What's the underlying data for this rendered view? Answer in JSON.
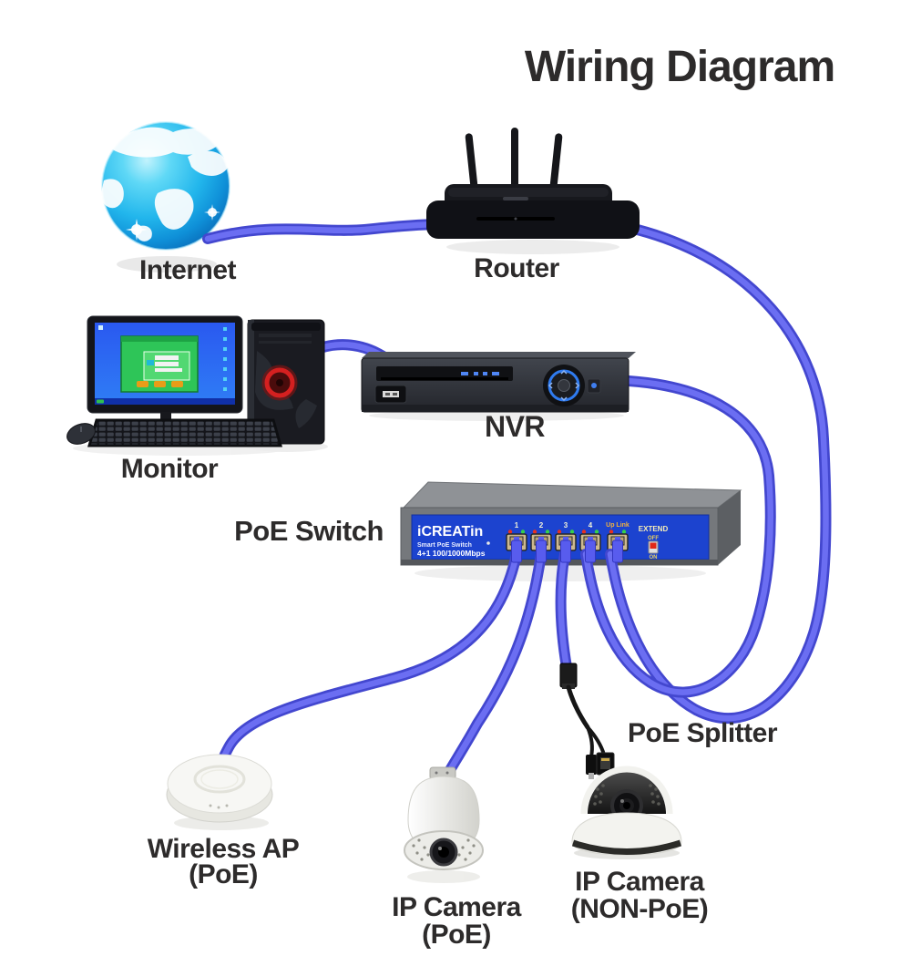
{
  "title": "Wiring Diagram",
  "colors": {
    "cable": "#5a5cf0",
    "switch_panel": "#1c43cf",
    "accent_red": "#e02818",
    "label_text": "#2d2b2b"
  },
  "nodes": {
    "internet": {
      "label": "Internet"
    },
    "router": {
      "label": "Router"
    },
    "monitor": {
      "label": "Monitor"
    },
    "nvr": {
      "label": "NVR"
    },
    "poe_switch": {
      "label": "PoE Switch",
      "brand": "iCREATin",
      "line1": "Smart PoE Switch",
      "line2": "4+1 100/1000Mbps",
      "ports": [
        "1",
        "2",
        "3",
        "4"
      ],
      "uplink_label": "Up Link",
      "extend_label": "EXTEND",
      "extend_off": "OFF",
      "extend_on": "ON"
    },
    "wireless_ap": {
      "label": "Wireless AP",
      "sub": "(PoE)"
    },
    "ip_camera_poe": {
      "label": "IP Camera",
      "sub": "(PoE)"
    },
    "ip_camera_non_poe": {
      "label": "IP Camera",
      "sub": "(NON-PoE)"
    },
    "poe_splitter": {
      "label": "PoE Splitter"
    }
  }
}
